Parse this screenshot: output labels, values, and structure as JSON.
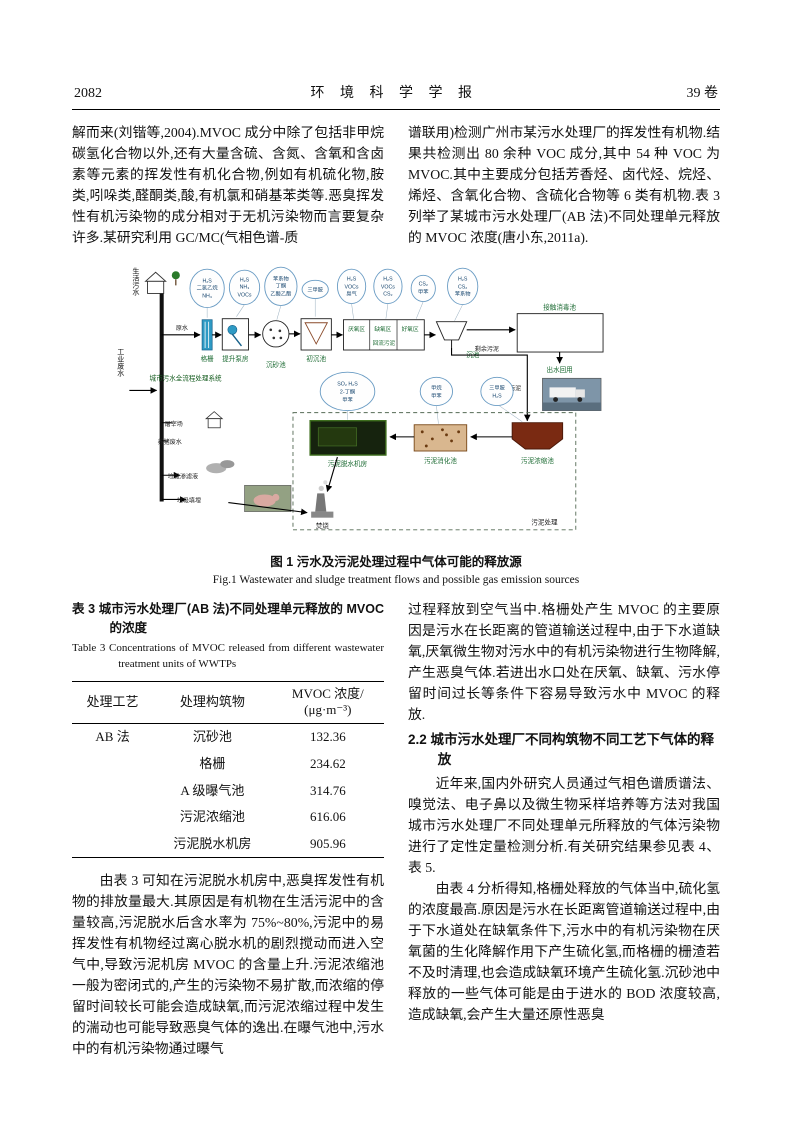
{
  "header": {
    "page_number": "2082",
    "journal": "环 境 科 学 学 报",
    "volume": "39 卷"
  },
  "body": {
    "left_top": "解而来(刘锴等,2004).MVOC 成分中除了包括非甲烷碳氢化合物以外,还有大量含硫、含氮、含氧和含卤素等元素的挥发性有机化合物,例如有机硫化物,胺类,吲哚类,醛酮类,酸,有机氯和硝基苯类等.恶臭挥发性有机污染物的成分相对于无机污染物而言要复杂许多.某研究利用 GC/MC(气相色谱-质",
    "right_top": "谱联用)检测广州市某污水处理厂的挥发性有机物.结果共检测出 80 余种 VOC 成分,其中 54 种 VOC 为 MVOC.其中主要成分包括芳香烃、卤代烃、烷烃、烯烃、含氧化合物、含硫化合物等 6 类有机物.表 3 列举了某城市污水处理厂(AB 法)不同处理单元释放的 MVOC 浓度(唐小东,2011a).",
    "left_bottom": "由表 3 可知在污泥脱水机房中,恶臭挥发性有机物的排放量最大.其原因是有机物在生活污泥中的含量较高,污泥脱水后含水率为 75%~80%,污泥中的易挥发性有机物经过离心脱水机的剧烈搅动而进入空气中,导致污泥机房 MVOC 的含量上升.污泥浓缩池一般为密闭式的,产生的污染物不易扩散,而浓缩的停留时间较长可能会造成缺氧,而污泥浓缩过程中发生的湍动也可能导致恶臭气体的逸出.在曝气池中,污水中的有机污染物通过曝气",
    "right_p1": "过程释放到空气当中.格栅处产生 MVOC 的主要原因是污水在长距离的管道输送过程中,由于下水道缺氧,厌氧微生物对污水中的有机污染物进行生物降解,产生恶臭气体.若进出水口处在厌氧、缺氧、污水停留时间过长等条件下容易导致污水中 MVOC 的释放.",
    "section_heading": "2.2 城市污水处理厂不同构筑物不同工艺下气体的释放",
    "right_p2": "近年来,国内外研究人员通过气相色谱质谱法、嗅觉法、电子鼻以及微生物采样培养等方法对我国城市污水处理厂不同处理单元所释放的气体污染物进行了定性定量检测分析.有关研究结果参见表 4、表 5.",
    "right_p3": "由表 4 分析得知,格栅处释放的气体当中,硫化氢的浓度最高.原因是污水在长距离管道输送过程中,由于下水道处在缺氧条件下,污水中的有机污染物在厌氧菌的生化降解作用下产生硫化氢,而格栅的栅渣若不及时清理,也会造成缺氧环境产生硫化氢.沉砂池中释放的一些气体可能是由于进水的 BOD 浓度较高,造成缺氧,会产生大量还原性恶臭"
  },
  "figure": {
    "caption_cn": "图 1  污水及污泥处理过程中气体可能的释放源",
    "caption_en": "Fig.1  Wastewater and sludge treatment flows and possible gas emission sources",
    "labels": {
      "domestic": "生活污水",
      "industrial": "工业废水",
      "raw_water": "原水",
      "grille": "格栅",
      "pump": "提升泵房",
      "grit": "沉砂池",
      "primary": "初沉池",
      "anaerobic": "厌氧区",
      "anoxic": "缺氧区",
      "aerobic": "好氧区",
      "return_sludge": "回流污泥",
      "clarifier": "沉池",
      "contact": "接触消毒池",
      "effluent": "出水回用",
      "system": "城市污水全流程处理系统",
      "surplus": "剩余污泥",
      "sludge": "污泥",
      "dewater": "污泥脱水机房",
      "digestion": "污泥消化池",
      "thickening": "污泥浓缩池",
      "sludge_treat": "污泥处理",
      "slaughter": "屠宰场",
      "pig": "养猪废水",
      "leachate": "垃圾渗滤液",
      "landfill": "垃圾填埋",
      "incineration": "焚烧"
    },
    "clouds": [
      [
        "H₂S",
        "二氯乙烷",
        "NH₃"
      ],
      [
        "H₂S",
        "NH₃",
        "VOCs"
      ],
      [
        "苯系物",
        "丁酮",
        "乙酸乙酯"
      ],
      [
        "三甲胺"
      ],
      [
        "H₂S",
        "VOCs",
        "臭气"
      ],
      [
        "H₂S",
        "VOCs",
        "CS₂"
      ],
      [
        "CS₂",
        "甲苯"
      ],
      [
        "H₂S",
        "CS₂",
        "苯系物"
      ]
    ],
    "sludge_clouds": [
      [
        "SO₂ H₂S",
        "2-丁酮",
        "甲苯"
      ],
      [
        "甲烷",
        "甲苯"
      ],
      [
        "三甲胺",
        "H₂S"
      ]
    ]
  },
  "table3": {
    "title_cn": "表 3  城市污水处理厂(AB 法)不同处理单元释放的 MVOC 的浓度",
    "title_en": "Table 3  Concentrations of MVOC released from different wastewater treatment units of WWTPs",
    "h1": "处理工艺",
    "h2": "处理构筑物",
    "h3a": "MVOC 浓度/",
    "h3b": "(μg·m⁻³)",
    "rows": [
      [
        "AB 法",
        "沉砂池",
        "132.36"
      ],
      [
        "",
        "格栅",
        "234.62"
      ],
      [
        "",
        "A 级曝气池",
        "314.76"
      ],
      [
        "",
        "污泥浓缩池",
        "616.06"
      ],
      [
        "",
        "污泥脱水机房",
        "905.96"
      ]
    ]
  }
}
